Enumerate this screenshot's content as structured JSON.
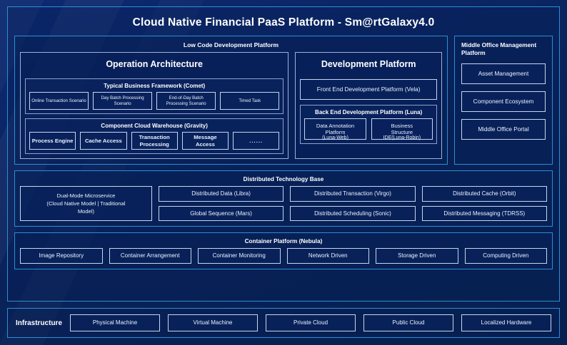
{
  "platform": {
    "title": "Cloud Native Financial PaaS Platform - Sm@rtGalaxy4.0"
  },
  "low_code": {
    "header": "Low Code Development Platform",
    "operation_architecture": {
      "title": "Operation Architecture",
      "typical_business_framework": {
        "header": "Typical Business Framework (Comet)",
        "items": [
          "Online Transaction Scenario",
          "Day Batch Processing Scenario",
          "End-of-Day Batch Processing Scenario",
          "Timed Task"
        ]
      },
      "component_cloud_warehouse": {
        "header": "Component Cloud Warehouse (Gravity)",
        "items": [
          "Process Engine",
          "Cache Access",
          "Transaction Processing",
          "Message Access",
          "......"
        ]
      }
    },
    "development_platform": {
      "title": "Development Platform",
      "front_end": "Front End Development Platform (Vela)",
      "back_end": {
        "header": "Back End Development Platform (Luna)",
        "items": [
          {
            "line1": "Data Annotation",
            "line2": "Platform",
            "line3": "(Luna-Web)"
          },
          {
            "line1": "Business",
            "line2": "Structure",
            "line3": "IDE(Luna-Robin)"
          }
        ]
      }
    }
  },
  "middle_office": {
    "header": "Middle Office Management Platform",
    "items": [
      "Asset Management",
      "Component Ecosystem",
      "Middle Office Portal"
    ]
  },
  "distributed_technology_base": {
    "header": "Distributed Technology Base",
    "dual_mode": {
      "line1": "Dual-Mode Microservice",
      "line2": "(Cloud Native Model | Traditional",
      "line3": "Model)"
    },
    "columns": [
      {
        "top": "Distributed Data (Libra)",
        "bottom": "Global Sequence (Mars)"
      },
      {
        "top": "Distributed Transaction (Virgo)",
        "bottom": "Distributed Scheduling (Sonic)"
      },
      {
        "top": "Distributed Cache (Orbit)",
        "bottom": "Distributed Messaging (TDRSS)"
      }
    ]
  },
  "container_platform": {
    "header": "Container Platform (Nebula)",
    "items": [
      "Image Repository",
      "Container Arrangement",
      "Container Monitoring",
      "Network Driven",
      "Storage Driven",
      "Computing Driven"
    ]
  },
  "infrastructure": {
    "label": "Infrastructure",
    "items": [
      "Physical Machine",
      "Virtual Machine",
      "Private Cloud",
      "Public Cloud",
      "Localized Hardware"
    ]
  },
  "colors": {
    "background": "#0a2267",
    "accent_border": "#2b8ed6",
    "box_border": "#c6d6ee",
    "text": "#ffffff"
  }
}
